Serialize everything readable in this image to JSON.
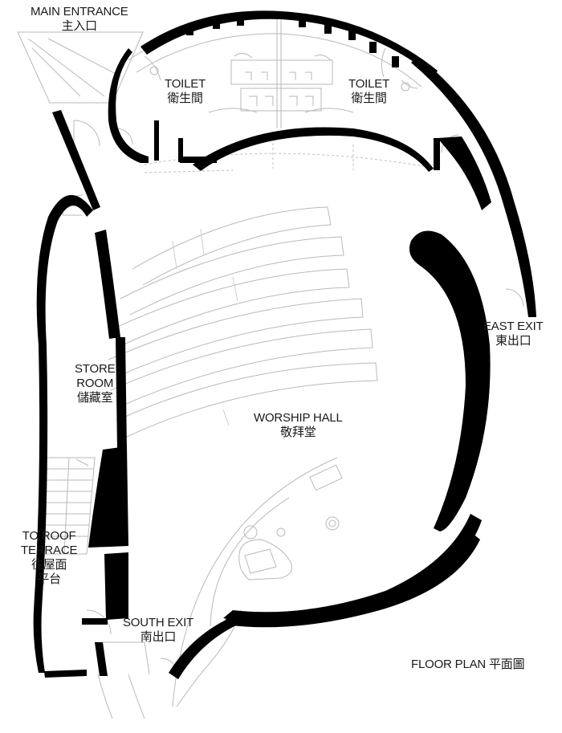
{
  "plan": {
    "labels": {
      "main_entrance": {
        "en": "MAIN ENTRANCE",
        "zh": "主入口"
      },
      "toilet_west": {
        "en": "TOILET",
        "zh": "衛生間"
      },
      "toilet_east": {
        "en": "TOILET",
        "zh": "衛生間"
      },
      "east_exit": {
        "en": "EAST EXIT",
        "zh": "東出口"
      },
      "store_room": {
        "en1": "STORE",
        "en2": "ROOM",
        "zh": "儲藏室"
      },
      "worship_hall": {
        "en": "WORSHIP HALL",
        "zh": "敬拜堂"
      },
      "roof_terrace": {
        "en1": "TO ROOF",
        "en2": "TERRACE",
        "zh1": "往屋面",
        "zh2": "平台"
      },
      "south_exit": {
        "en": "SOUTH EXIT",
        "zh": "南出口"
      },
      "floor_plan": "FLOOR PLAN 平面圖"
    },
    "colors": {
      "wall": "#000000",
      "line": "#b9b9b9",
      "text": "#1a1a1a",
      "background": "#ffffff"
    }
  }
}
